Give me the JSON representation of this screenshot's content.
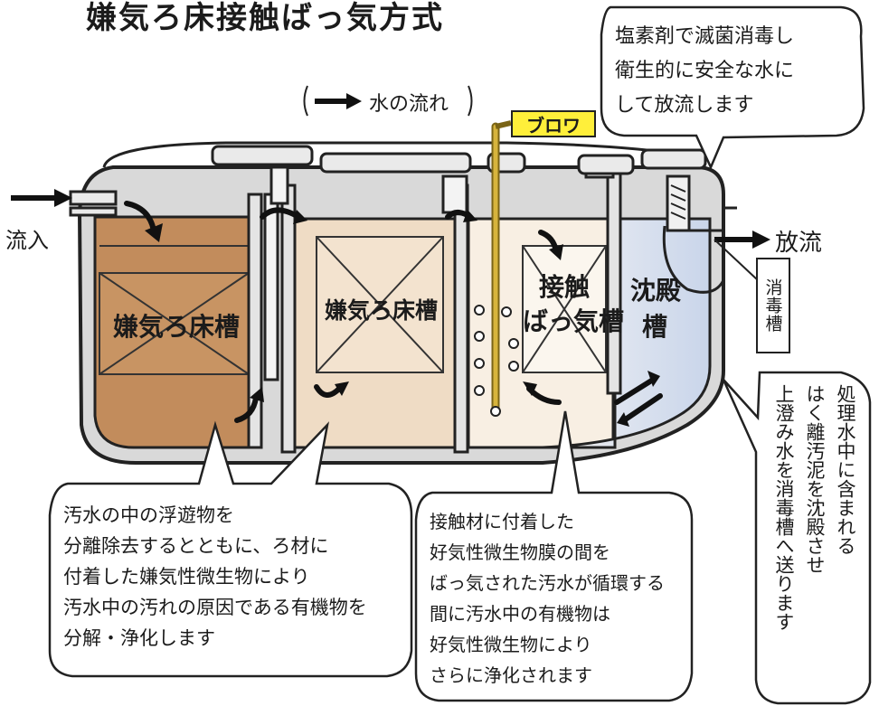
{
  "title": "嫌気ろ床接触ばっ気方式",
  "flow_legend": "水の流れ",
  "inlet_label": "流入",
  "outlet_label": "放流",
  "blower_label": "ブロワ",
  "disinfection_tank_label": "消毒槽",
  "tanks": {
    "anaerobic_1": "嫌気ろ床槽",
    "anaerobic_2": "嫌気ろ床槽",
    "contact_aeration_line1": "接触",
    "contact_aeration_line2": "ばっ気槽",
    "sedimentation_line1": "沈殿",
    "sedimentation_line2": "槽"
  },
  "bubbles": {
    "top_right": [
      "塩素剤で滅菌消毒し",
      "衛生的に安全な水に",
      "して放流します"
    ],
    "bottom_left": [
      "汚水の中の浮遊物を",
      "分離除去するとともに、ろ材に",
      "付着した嫌気性微生物により",
      "汚水中の汚れの原因である有機物を",
      "分解・浄化します"
    ],
    "bottom_middle": [
      "接触材に付着した",
      "好気性微生物膜の間を",
      "ばっ気された汚水が循環する",
      "間に汚水中の有機物は",
      "好気性微生物により",
      "さらに浄化されます"
    ],
    "right_vertical": [
      "処理水中に含まれる",
      "はく離汚泥を沈殿させ",
      "上澄み水を消毒槽へ送ります"
    ]
  },
  "colors": {
    "anaerobic_1": "#c08a5a",
    "anaerobic_2": "#ecd6bd",
    "aeration": "#f8eee2",
    "sedimentation": "#ccd7ea",
    "blower": "#ffef3a",
    "pipe": "#e8e8e8"
  }
}
